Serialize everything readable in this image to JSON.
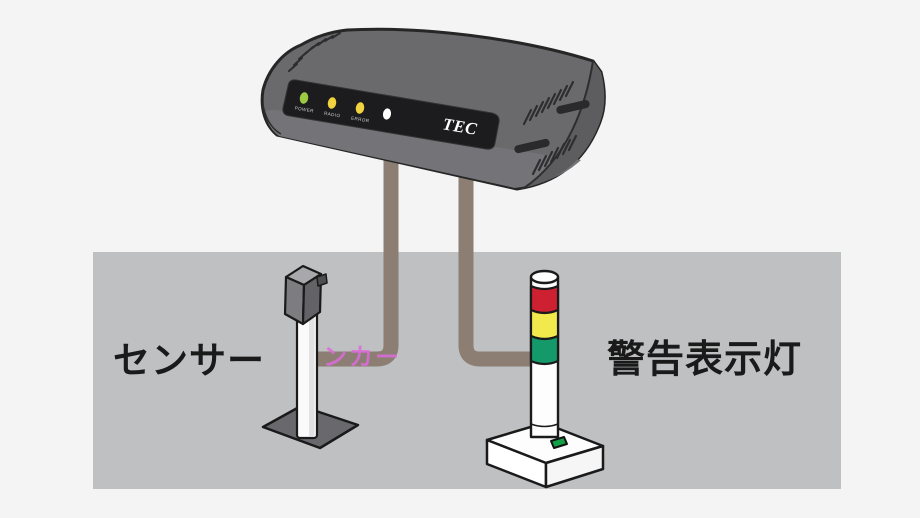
{
  "device": {
    "logo": "TEC",
    "leds": [
      {
        "label": "POWER",
        "color": "#9ccb43"
      },
      {
        "label": "RADIO",
        "color": "#f2d23e"
      },
      {
        "label": "ERROR",
        "color": "#f2d23e"
      },
      {
        "label": "",
        "color": "#ffffff"
      }
    ]
  },
  "labels": {
    "sensor": "センサー",
    "warning_light": "警告表示灯",
    "stray_text": "ンカー"
  },
  "colors": {
    "background": "#f4f4f5",
    "ground": "#bec0c2",
    "device_body": "#6a696c",
    "device_panel": "#1c1c1e",
    "cable": "#8c7e73",
    "tower_red": "#cd2132",
    "tower_yellow": "#f2e94c",
    "tower_green": "#13996a",
    "sensor_head": "#7d7c80",
    "stray_text_color": "#dd6bdd"
  }
}
